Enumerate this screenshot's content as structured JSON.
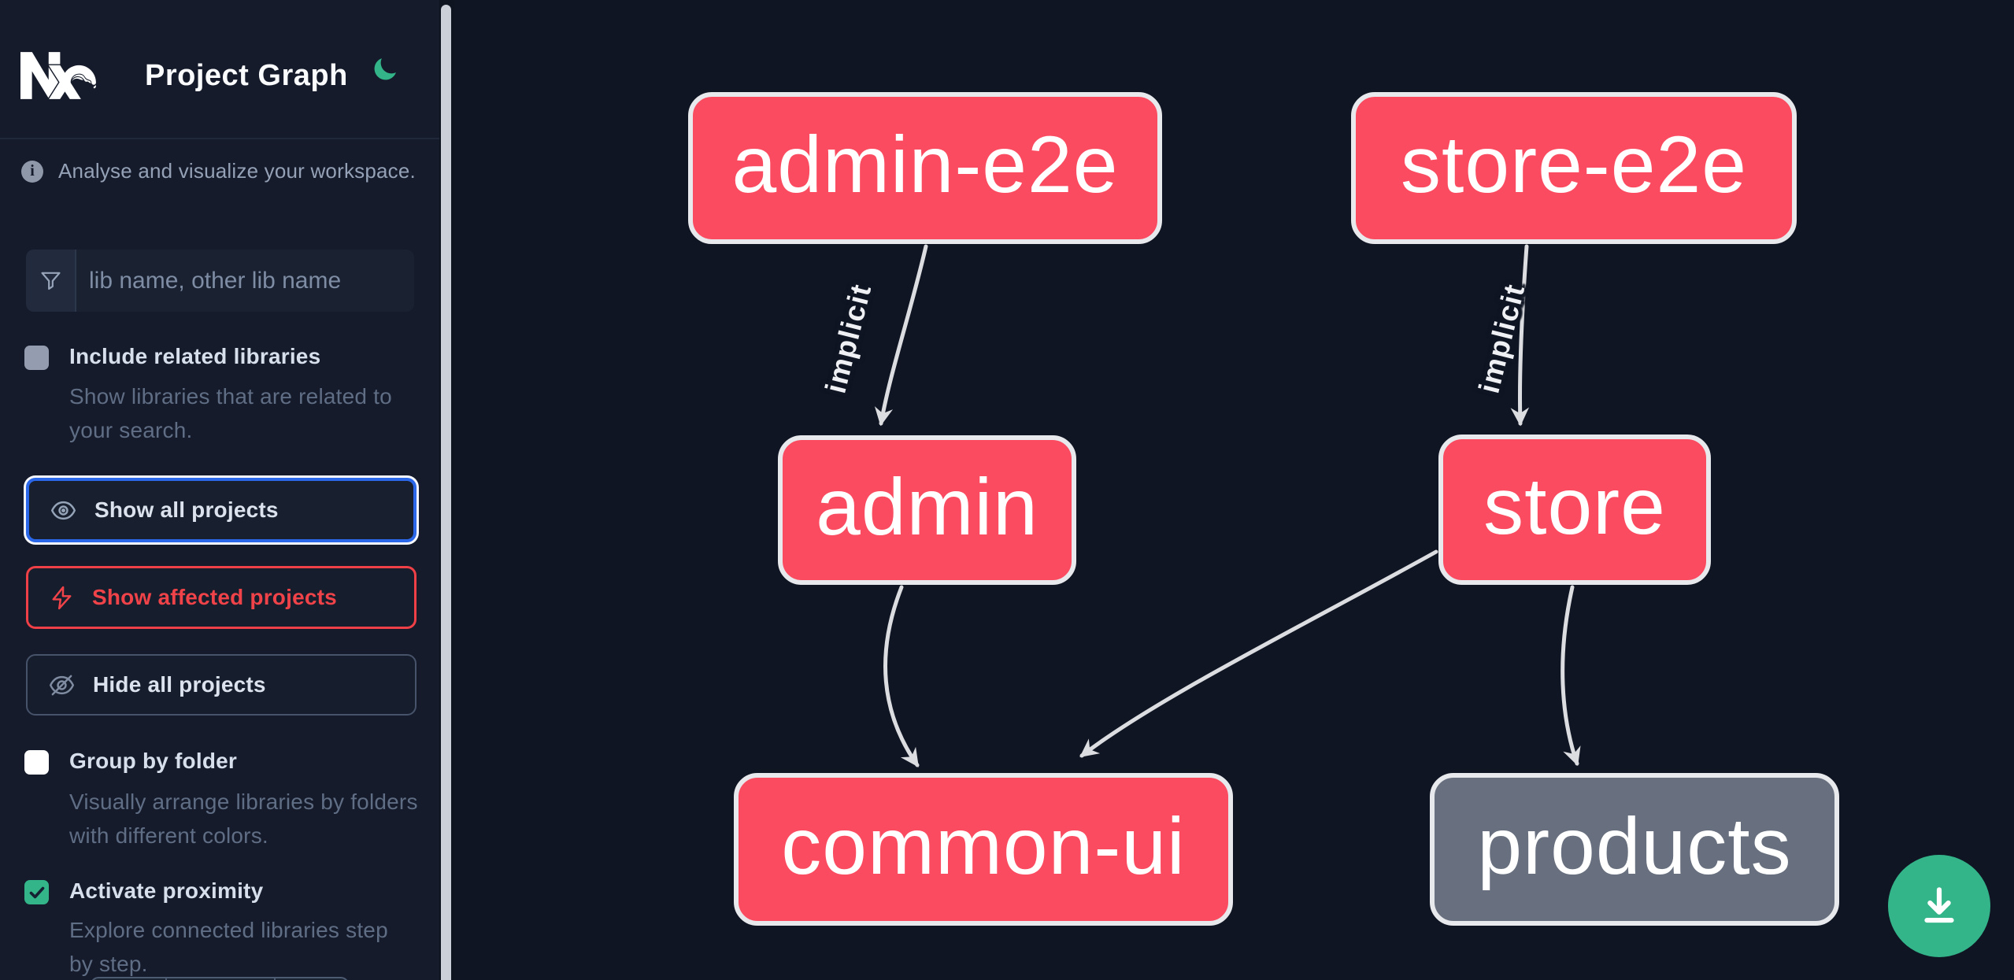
{
  "header": {
    "title": "Project Graph"
  },
  "sidebar": {
    "tagline": "Analyse and visualize your workspace.",
    "search": {
      "placeholder": "lib name, other lib name"
    },
    "options": [
      {
        "label": "Include related libraries",
        "description": "Show libraries that are related to your search.",
        "checked": false,
        "disabled": true
      },
      {
        "label": "Group by folder",
        "description": "Visually arrange libraries by folders with different colors.",
        "checked": false,
        "disabled": false
      },
      {
        "label": "Activate proximity",
        "description": "Explore connected libraries step by step.",
        "checked": true,
        "disabled": false
      }
    ],
    "actions": [
      {
        "label": "Show all projects",
        "icon": "eye-icon",
        "variant": "focused-blue"
      },
      {
        "label": "Show affected projects",
        "icon": "lightning-bolt-icon",
        "variant": "danger-red"
      },
      {
        "label": "Hide all projects",
        "icon": "eye-off-icon",
        "variant": "default"
      }
    ]
  },
  "graph": {
    "nodes": [
      {
        "id": "admin-e2e",
        "label": "admin-e2e",
        "color": "pink"
      },
      {
        "id": "store-e2e",
        "label": "store-e2e",
        "color": "pink"
      },
      {
        "id": "admin",
        "label": "admin",
        "color": "pink"
      },
      {
        "id": "store",
        "label": "store",
        "color": "pink"
      },
      {
        "id": "common-ui",
        "label": "common-ui",
        "color": "pink"
      },
      {
        "id": "products",
        "label": "products",
        "color": "gray"
      }
    ],
    "edges": [
      {
        "from": "admin-e2e",
        "to": "admin",
        "label": "implicit"
      },
      {
        "from": "store-e2e",
        "to": "store",
        "label": "implicit"
      },
      {
        "from": "admin",
        "to": "common-ui",
        "label": ""
      },
      {
        "from": "store",
        "to": "common-ui",
        "label": ""
      },
      {
        "from": "store",
        "to": "products",
        "label": ""
      }
    ]
  },
  "fab": {
    "icon": "download-icon"
  },
  "colors": {
    "node_pink": "#fb4b60",
    "node_gray": "#68707f",
    "node_border": "#e8e9ec",
    "edge_gray": "#dcdde0",
    "accent_green": "#33b489",
    "focus_blue": "#2b67e9",
    "danger_red": "#ef4349",
    "sidebar_bg": "#151b2a",
    "canvas_bg": "#0f1523"
  }
}
